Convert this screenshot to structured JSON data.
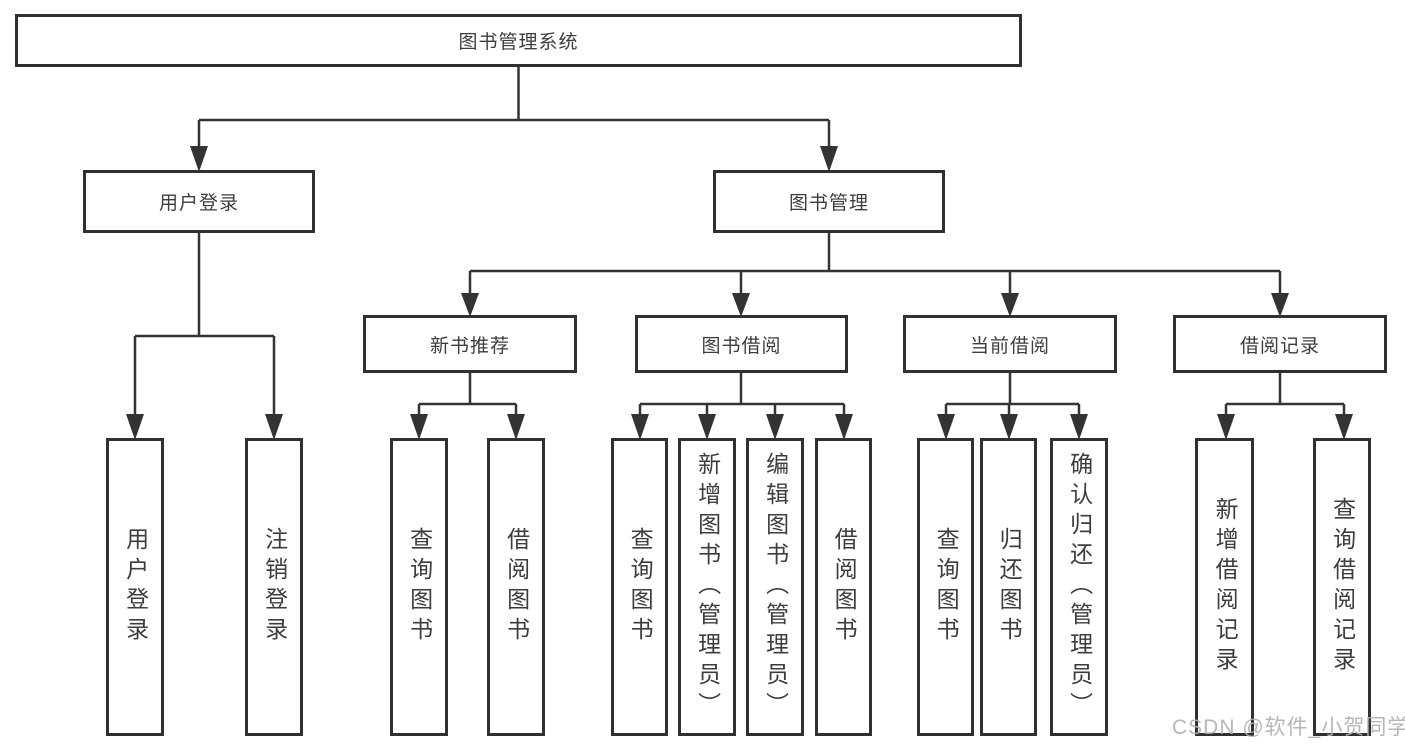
{
  "diagram": {
    "root": {
      "label": "图书管理系统",
      "children": [
        {
          "label": "用户登录",
          "children": [
            {
              "label": "用户登录"
            },
            {
              "label": "注销登录"
            }
          ]
        },
        {
          "label": "图书管理",
          "children": [
            {
              "label": "新书推荐",
              "children": [
                {
                  "label": "查询图书"
                },
                {
                  "label": "借阅图书"
                }
              ]
            },
            {
              "label": "图书借阅",
              "children": [
                {
                  "label": "查询图书"
                },
                {
                  "label": "新增图书（管理员）"
                },
                {
                  "label": "编辑图书（管理员）"
                },
                {
                  "label": "借阅图书"
                }
              ]
            },
            {
              "label": "当前借阅",
              "children": [
                {
                  "label": "查询图书"
                },
                {
                  "label": "归还图书"
                },
                {
                  "label": "确认归还（管理员）"
                }
              ]
            },
            {
              "label": "借阅记录",
              "children": [
                {
                  "label": "新增借阅记录"
                },
                {
                  "label": "查询借阅记录"
                }
              ]
            }
          ]
        }
      ]
    }
  },
  "watermark": "CSDN @软件_小贺同学",
  "colors": {
    "line": "#333333",
    "box_border": "#303030",
    "text": "#3d3d3d",
    "watermark": "#b0b0b0",
    "background": "#ffffff"
  }
}
